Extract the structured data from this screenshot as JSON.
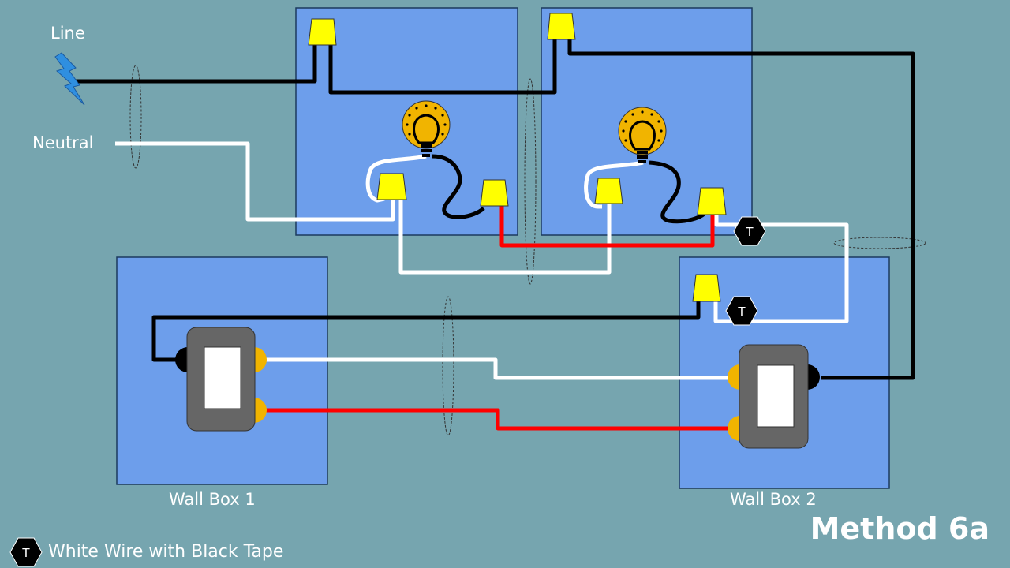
{
  "labels": {
    "line": "Line",
    "neutral": "Neutral",
    "wall_box_1": "Wall Box 1",
    "wall_box_2": "Wall Box 2",
    "method": "Method 6a"
  },
  "legend": {
    "tape_symbol": "T",
    "text": "White Wire with Black Tape"
  },
  "colors": {
    "background": "#76a5af",
    "box_fill": "#6d9eeb",
    "box_stroke": "#1c3a5e",
    "hot_wire": "#000000",
    "neutral_wire": "#ffffff",
    "traveler_red": "#ff0000",
    "wire_nut": "#ffff00",
    "switch_body": "#666666",
    "screw_brass": "#f1b400",
    "bulb": "#f1b400"
  },
  "icons": {
    "line_source": "lightning-bolt-icon",
    "fixture": "light-bulb-icon",
    "tape_marker": "black-tape-hexagon-icon"
  }
}
